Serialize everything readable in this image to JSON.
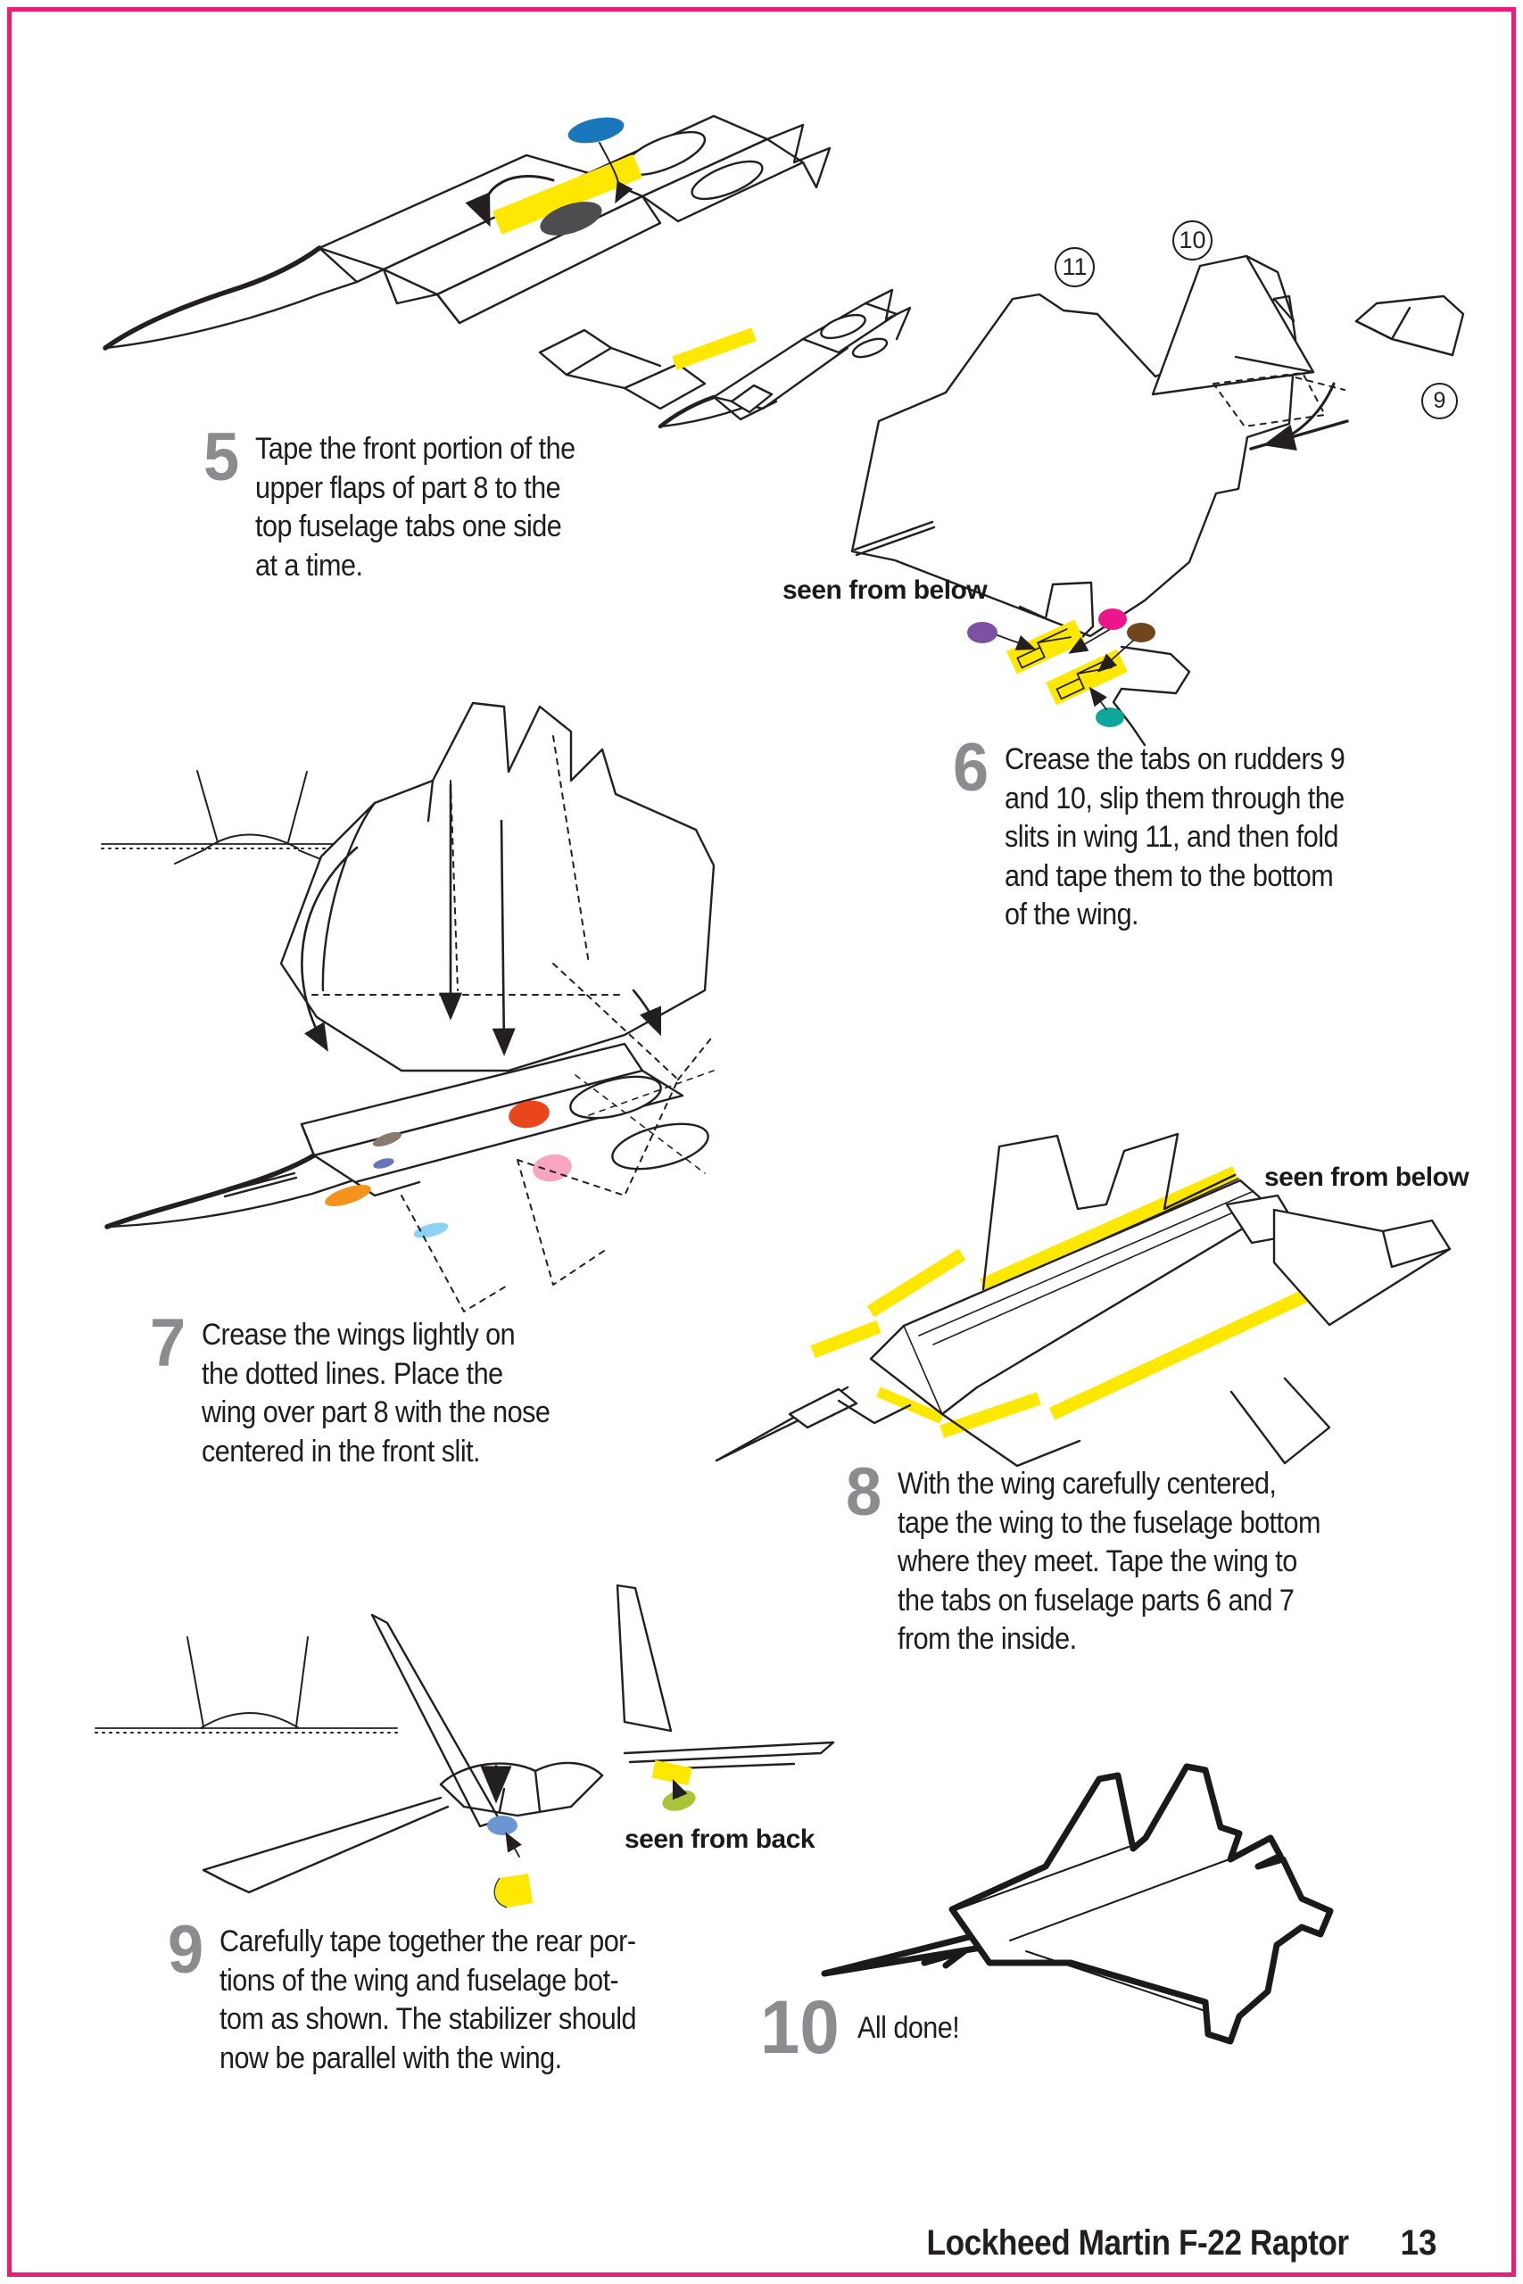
{
  "page": {
    "footer_title": "Lockheed Martin F-22 Raptor",
    "footer_page": "13"
  },
  "steps": {
    "s5": {
      "num": "5",
      "lines": [
        "Tape the front portion of the",
        "upper flaps of part 8 to the",
        "top fuselage tabs one side",
        "at a time."
      ]
    },
    "s6": {
      "num": "6",
      "lines": [
        "Crease the tabs on rudders 9",
        "and 10, slip them through the",
        "slits in wing 11, and then fold",
        "and tape them to the bottom",
        "of the wing."
      ]
    },
    "s7": {
      "num": "7",
      "lines": [
        "Crease the wings lightly on",
        "the dotted lines. Place the",
        "wing over part 8 with the nose",
        "centered in the front slit."
      ]
    },
    "s8": {
      "num": "8",
      "lines": [
        "With the wing carefully centered,",
        "tape the wing to the fuselage bottom",
        "where they meet. Tape the wing to",
        "the tabs on fuselage parts 6 and 7",
        "from the inside."
      ]
    },
    "s9": {
      "num": "9",
      "lines": [
        "Carefully tape together the rear por-",
        "tions of the wing and fuselage bot-",
        "tom as shown. The stabilizer should",
        "now be parallel with the wing."
      ]
    },
    "s10": {
      "num": "10",
      "lines": [
        "All done!"
      ]
    }
  },
  "annotations": {
    "seen_from_below_top": "seen from below",
    "seen_from_below_mid": "seen from below",
    "seen_from_back": "seen from back",
    "part_labels": {
      "p11": "11",
      "p10": "10",
      "p9": "9"
    }
  },
  "colors": {
    "border_pink": "#EC1C79",
    "step_number_gray": "#8A8C8F",
    "ink": "#231F20",
    "tape_yellow": "#FFE800",
    "dot_blue": "#1B76BC",
    "dot_dark_gray": "#4D4D4F",
    "dot_purple": "#7C51A1",
    "dot_magenta": "#EC168C",
    "dot_brown": "#70461D",
    "dot_teal": "#0FA79B",
    "dot_red_orange": "#E8471B",
    "dot_pink": "#F8A5C2",
    "dot_orange": "#F6921E",
    "dot_light_blue": "#8BD2F4",
    "dot_slate_blue": "#6674B8",
    "dot_blue_step9": "#6C96D1",
    "dot_yellow_green": "#A8C53A"
  }
}
